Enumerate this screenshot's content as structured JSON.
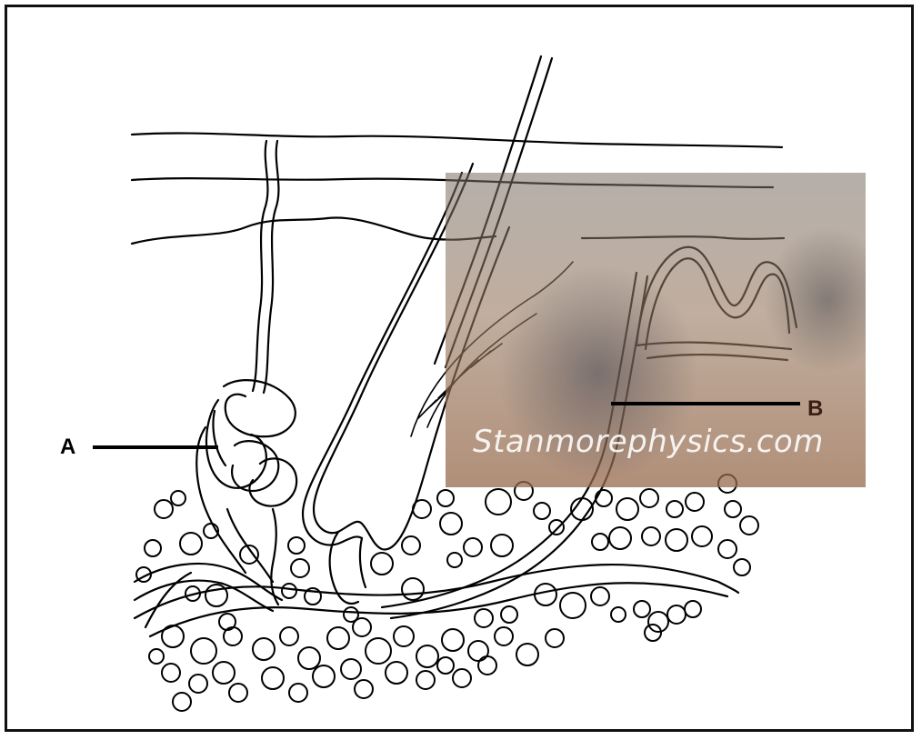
{
  "labels": {
    "a": "A",
    "b": "B"
  },
  "watermark": "Stanmorephysics.com",
  "colors": {
    "outline": "#000000",
    "overlay_tint": "#8a6a50",
    "watermark_text": "#ffffff"
  }
}
